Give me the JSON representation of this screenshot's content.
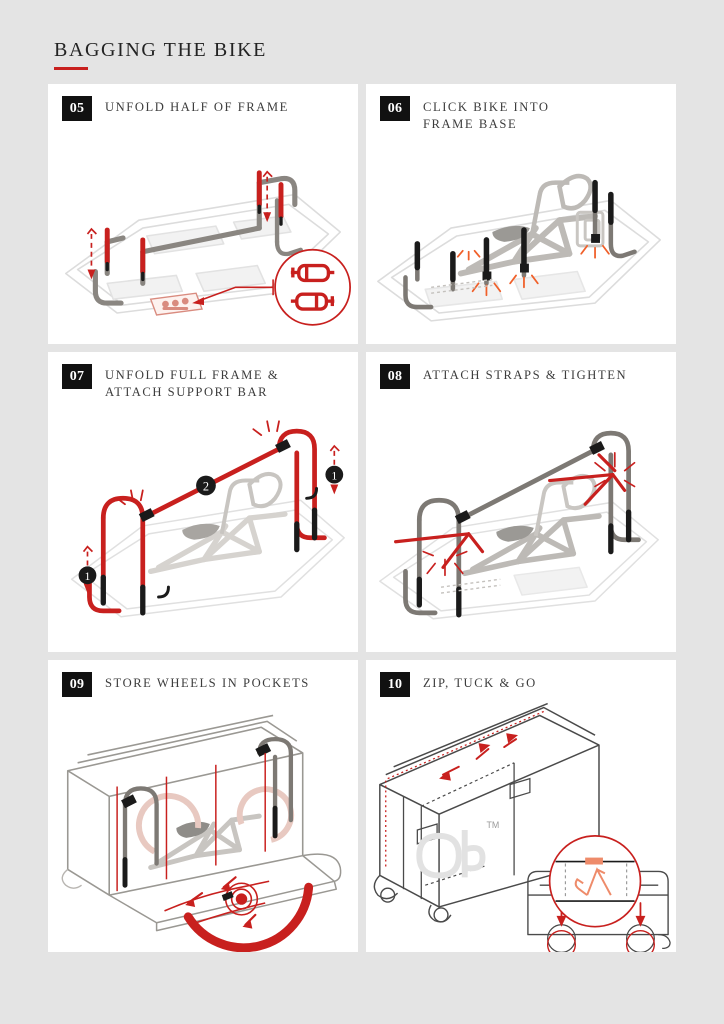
{
  "header": {
    "title": "BAGGING THE BIKE",
    "accent_color": "#c8201e"
  },
  "colors": {
    "page_background": "#e4e4e4",
    "panel_background": "#ffffff",
    "badge_background": "#111111",
    "badge_text": "#ffffff",
    "caption_text": "#3c3c3c",
    "accent_red": "#c8201e",
    "line_gray": "#8a8681",
    "light_gray": "#d8d8d8",
    "click_orange": "#f0602a"
  },
  "steps": [
    {
      "number": "05",
      "caption": "UNFOLD HALF OF FRAME",
      "illustration": "isometric bag base with gray frame rails, red telescoping posts and dashed down arrows; red circular callout showing two axle skewers",
      "callout": "axle-skewers-detail"
    },
    {
      "number": "06",
      "caption": "CLICK BIKE INTO\nFRAME BASE",
      "illustration": "bike seated in frame base inside bag with orange click burst markers at the clamp points",
      "callout": "click-burst-markers"
    },
    {
      "number": "07",
      "caption": "UNFOLD FULL FRAME &\nATTACH SUPPORT BAR",
      "illustration": "full red frame unfolded with support bar across the top, numbered circles 1 and 2 and dashed red arrows",
      "markers": [
        "1",
        "2",
        "1"
      ]
    },
    {
      "number": "08",
      "caption": "ATTACH STRAPS & TIGHTEN",
      "illustration": "gray frame with red straps pulled tight, starburst tension markers at both strap anchors"
    },
    {
      "number": "09",
      "caption": "STORE WHEELS IN POCKETS",
      "illustration": "open bag with front flap down, red wheel arc sliding into the pocket, red direction arrows"
    },
    {
      "number": "10",
      "caption": "ZIP, TUCK & GO",
      "illustration": "closed bag on wheels with Db logo watermark, red zipper arrows along the top and circular inset detail of the handle tuck",
      "logo_text": "Db",
      "logo_mark": "TM"
    }
  ]
}
